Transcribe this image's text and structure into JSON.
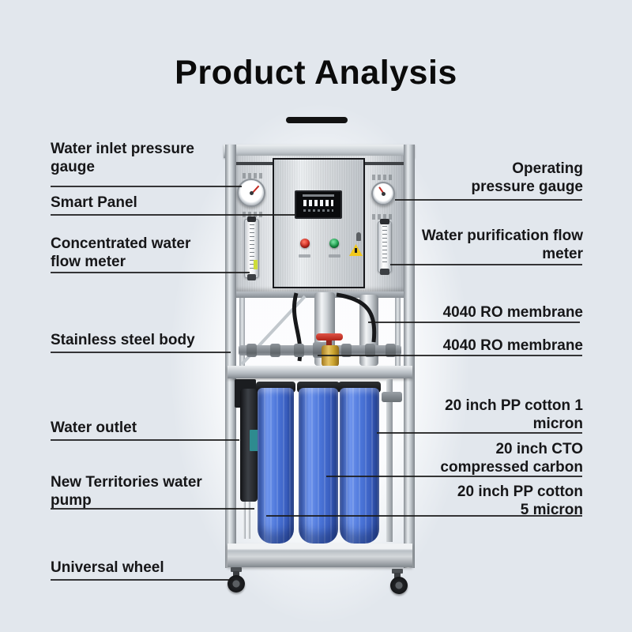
{
  "title": "Product Analysis",
  "labels": {
    "left": [
      {
        "id": "water-inlet-pressure-gauge",
        "text": "Water inlet pressure\ngauge"
      },
      {
        "id": "smart-panel",
        "text": "Smart Panel"
      },
      {
        "id": "concentrated-water-flow-meter",
        "text": "Concentrated water\nflow meter"
      },
      {
        "id": "stainless-steel-body",
        "text": "Stainless steel body"
      },
      {
        "id": "water-outlet",
        "text": "Water outlet"
      },
      {
        "id": "new-territories-water-pump",
        "text": "New Territories water\npump"
      },
      {
        "id": "universal-wheel",
        "text": "Universal wheel"
      }
    ],
    "right": [
      {
        "id": "operating-pressure-gauge",
        "text": "Operating\npressure gauge"
      },
      {
        "id": "water-purification-flow-meter",
        "text": "Water purification flow\nmeter"
      },
      {
        "id": "ro-membrane-upper",
        "text": "4040 RO membrane"
      },
      {
        "id": "ro-membrane-lower",
        "text": "4040 RO membrane"
      },
      {
        "id": "pp-cotton-1-micron",
        "text": "20 inch PP cotton 1\nmicron"
      },
      {
        "id": "cto-compressed-carbon",
        "text": "20 inch CTO\ncompressed carbon"
      },
      {
        "id": "pp-cotton-5-micron",
        "text": "20 inch PP cotton\n5 micron"
      }
    ]
  },
  "colors": {
    "page_background": "#e2e7ed",
    "label_text": "#161618",
    "leader_line": "#1b1b1b",
    "filter_housing_blue": "#4a74d8",
    "indicator_red": "#d3281e",
    "indicator_green": "#17a24b",
    "warning_yellow": "#f2c91d",
    "valve_brass": "#c9a22c",
    "valve_handle_red": "#c2342b",
    "steel": "#d7dbdf"
  }
}
